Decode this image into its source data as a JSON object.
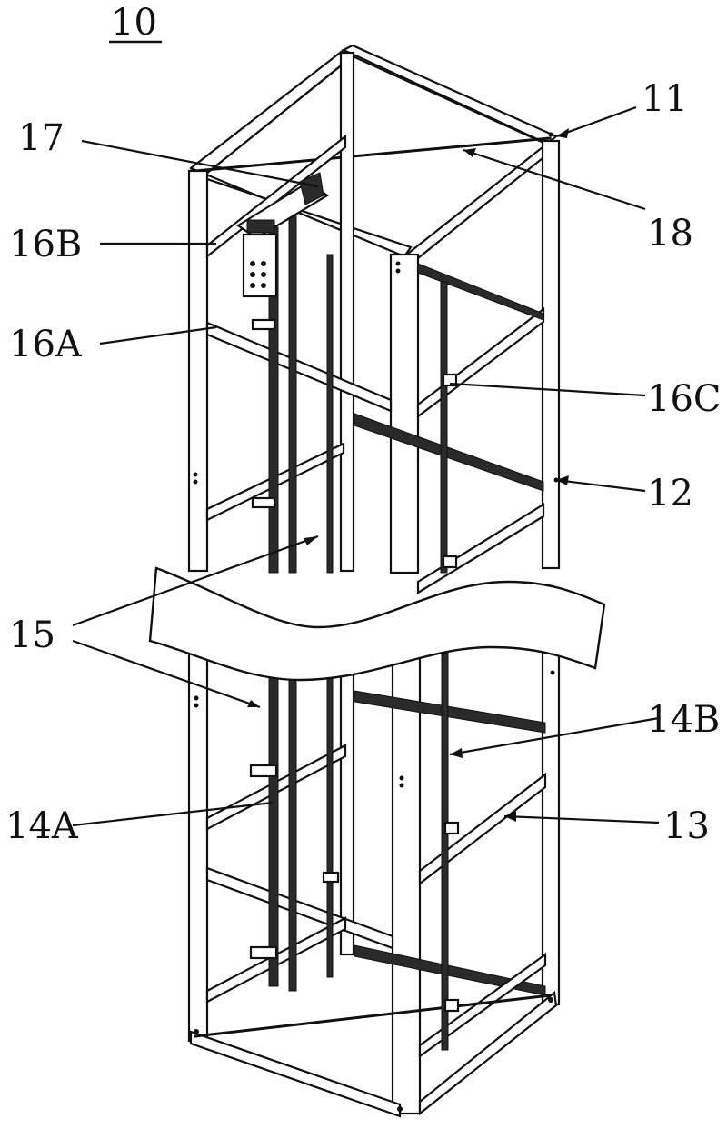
{
  "figure_number": "10",
  "labels": {
    "l11": "11",
    "l12": "12",
    "l13": "13",
    "l14a": "14A",
    "l14b": "14B",
    "l15": "15",
    "l16a": "16A",
    "l16b": "16B",
    "l16c": "16C",
    "l17": "17",
    "l18": "18"
  }
}
